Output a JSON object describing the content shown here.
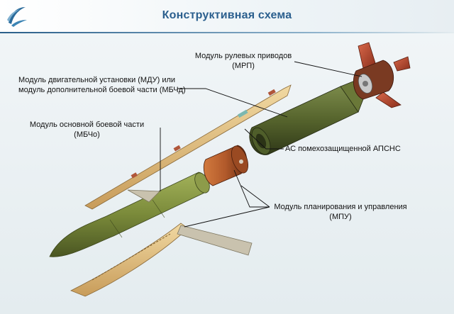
{
  "title": "Конструктивная схема",
  "labels": {
    "mrp_line1": "Модуль рулевых приводов",
    "mrp_line2": "(МРП)",
    "mdu_line1": "Модуль двигательной установки (МДУ) или",
    "mdu_line2": "модуль дополнительной боевой части (МБЧд)",
    "mbcho_line1": "Модуль основной боевой части",
    "mbcho_line2": "(МБЧо)",
    "apsns": "АС помехозащищенной АПСНС",
    "mpu_line1": "Модуль планирования и управления",
    "mpu_line2": "(МПУ)"
  },
  "colors": {
    "title": "#2b5f8e",
    "olive_body": "#7a8a3a",
    "dark_green": "#4f5e2a",
    "tan_wing": "#d9b77a",
    "copper": "#b25a2b",
    "rust_fins": "#b3462a"
  },
  "icons": {
    "logo": "swoosh-logo-icon"
  }
}
